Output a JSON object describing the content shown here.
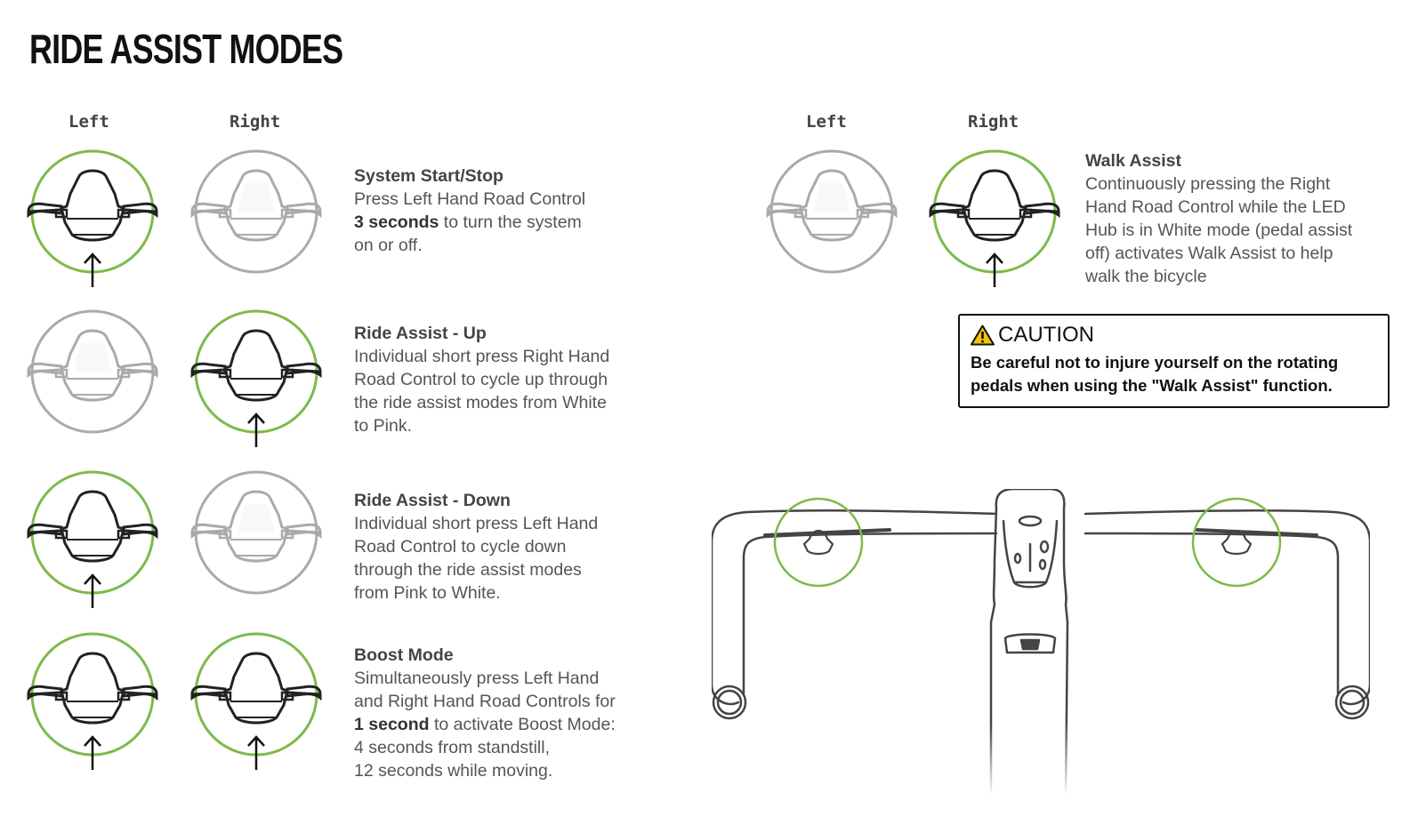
{
  "page": {
    "title": "RIDE ASSIST MODES",
    "colors": {
      "active": "#7cba4a",
      "inactive": "#aaaaaa",
      "text": "#555555",
      "heading": "#111111"
    }
  },
  "left_section": {
    "col_left": "Left",
    "col_right": "Right",
    "modes": [
      {
        "title": "System Start/Stop",
        "lines": [
          "Press Left Hand Road Control"
        ],
        "bold": "3 seconds",
        "after_bold": " to turn the system",
        "tail": [
          "on or off."
        ],
        "left_active": true,
        "right_active": false
      },
      {
        "title": "Ride Assist  - Up",
        "lines": [
          "Individual short press Right Hand",
          "Road Control to cycle up through",
          "the ride assist modes from White",
          "to Pink."
        ],
        "left_active": false,
        "right_active": true
      },
      {
        "title": "Ride Assist  - Down",
        "lines": [
          "Individual short press Left Hand",
          "Road Control to cycle down",
          "through the ride assist modes",
          "from Pink to White."
        ],
        "left_active": true,
        "right_active": false
      },
      {
        "title": "Boost Mode",
        "lines": [
          "Simultaneously press Left Hand",
          "and Right Hand Road Controls for"
        ],
        "bold": "1 second",
        "after_bold": " to activate Boost Mode:",
        "tail": [
          "4 seconds from standstill,",
          "12 seconds while moving."
        ],
        "left_active": true,
        "right_active": true
      }
    ]
  },
  "right_section": {
    "col_left": "Left",
    "col_right": "Right",
    "walk_assist": {
      "title": "Walk Assist",
      "lines": [
        "Continuously pressing the Right",
        "Hand Road Control while the LED",
        "Hub is in White mode (pedal assist",
        "off) activates Walk Assist to help",
        "walk the bicycle"
      ],
      "left_active": false,
      "right_active": true
    },
    "caution": {
      "icon": "warning-triangle-icon",
      "heading": "CAUTION",
      "line1": "Be careful not to injure yourself on the rotating",
      "line2": "pedals when using the \"Walk Assist\" function."
    }
  }
}
